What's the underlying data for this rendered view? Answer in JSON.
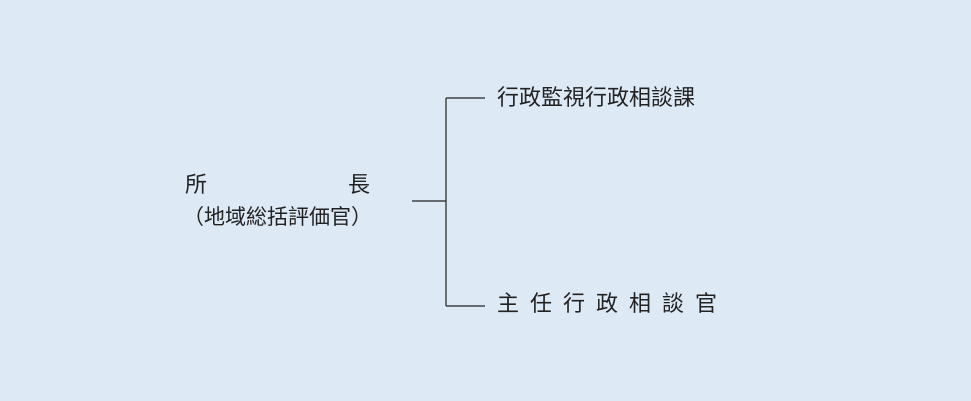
{
  "root": {
    "title_left": "所",
    "title_right": "長",
    "subtitle": "（地域総括評価官）"
  },
  "children": [
    {
      "label": "行政監視行政相談課"
    },
    {
      "label": "主任行政相談官"
    }
  ],
  "colors": {
    "background": "#dee9f6",
    "line": "#222222",
    "text": "#222222"
  }
}
